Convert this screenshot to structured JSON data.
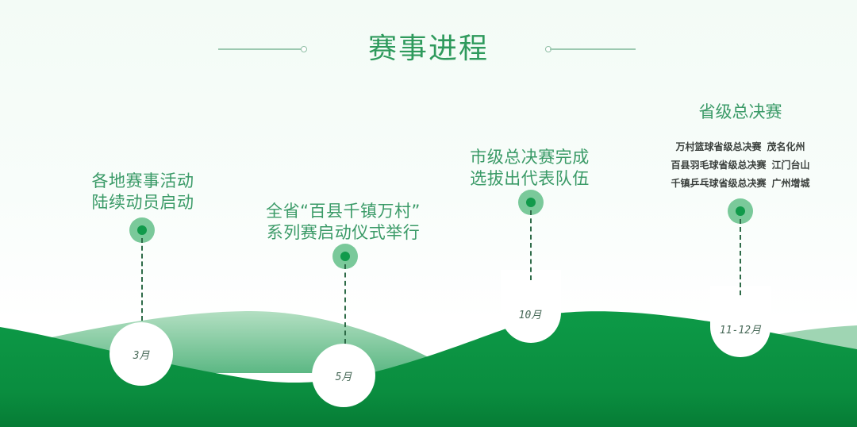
{
  "title": "赛事进程",
  "colors": {
    "accent": "#2e9a5c",
    "hill_dark": "#0f9444",
    "hill_light": "#7fc79b",
    "marker_outer": "#7ac99a",
    "marker_core": "#119a4b",
    "dash": "#2e6b48"
  },
  "milestones": [
    {
      "month": "3月",
      "lines": [
        "各地赛事活动",
        "陆续动员启动"
      ]
    },
    {
      "month": "5月",
      "lines": [
        "全省“百县千镇万村”",
        "系列赛启动仪式举行"
      ]
    },
    {
      "month": "10月",
      "lines": [
        "市级总决赛完成",
        "选拔出代表队伍"
      ]
    },
    {
      "month": "11-12月",
      "heading": "省级总决赛",
      "finals": [
        {
          "event": "万村篮球省级总决赛",
          "location": "茂名化州"
        },
        {
          "event": "百县羽毛球省级总决赛",
          "location": "江门台山"
        },
        {
          "event": "千镇乒乓球省级总决赛",
          "location": "广州增城"
        }
      ]
    }
  ]
}
